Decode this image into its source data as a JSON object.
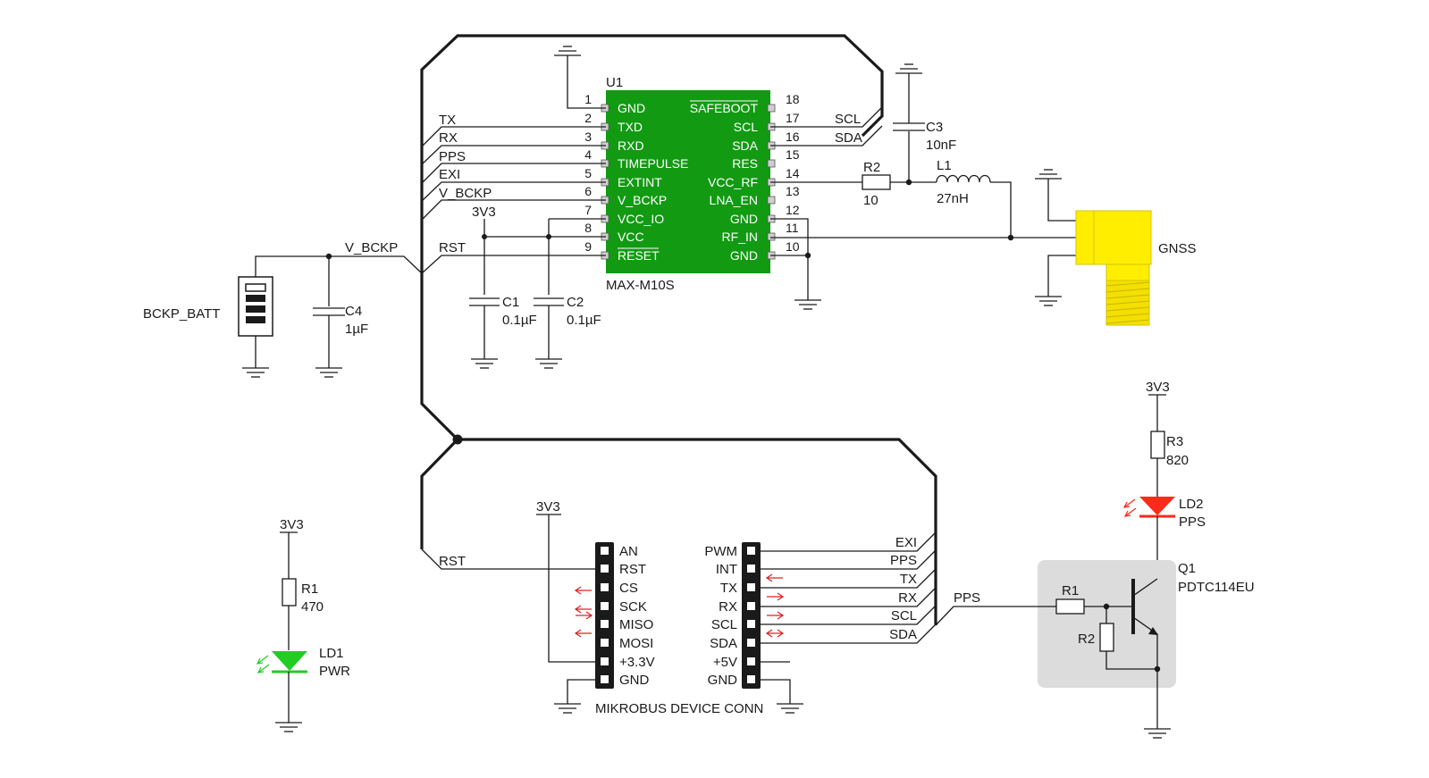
{
  "colors": {
    "chip": "#139a13",
    "connector": "#ffee00",
    "led_red": "#ff2a1a",
    "led_green": "#22cc22",
    "arrow": "#e02020",
    "transistor_box": "#dcdcdc"
  },
  "u1": {
    "ref": "U1",
    "part": "MAX-M10S",
    "left_pins": [
      {
        "num": "1",
        "name": "GND"
      },
      {
        "num": "2",
        "name": "TXD"
      },
      {
        "num": "3",
        "name": "RXD"
      },
      {
        "num": "4",
        "name": "TIMEPULSE"
      },
      {
        "num": "5",
        "name": "EXTINT"
      },
      {
        "num": "6",
        "name": "V_BCKP"
      },
      {
        "num": "7",
        "name": "VCC_IO"
      },
      {
        "num": "8",
        "name": "VCC"
      },
      {
        "num": "9",
        "name": "RESET"
      }
    ],
    "right_pins": [
      {
        "num": "18",
        "name": "SAFEBOOT"
      },
      {
        "num": "17",
        "name": "SCL"
      },
      {
        "num": "16",
        "name": "SDA"
      },
      {
        "num": "15",
        "name": "RES"
      },
      {
        "num": "14",
        "name": "VCC_RF"
      },
      {
        "num": "13",
        "name": "LNA_EN"
      },
      {
        "num": "12",
        "name": "GND"
      },
      {
        "num": "11",
        "name": "RF_IN"
      },
      {
        "num": "10",
        "name": "GND"
      }
    ]
  },
  "nets": {
    "tx": "TX",
    "rx": "RX",
    "pps": "PPS",
    "exi": "EXI",
    "v_bckp": "V_BCKP",
    "rst": "RST",
    "scl": "SCL",
    "sda": "SDA",
    "v3v3": "3V3",
    "pps_q": "PPS"
  },
  "parts": {
    "c1": {
      "ref": "C1",
      "value": "0.1µF"
    },
    "c2": {
      "ref": "C2",
      "value": "0.1µF"
    },
    "c3": {
      "ref": "C3",
      "value": "10nF"
    },
    "c4": {
      "ref": "C4",
      "value": "1µF"
    },
    "r1": {
      "ref": "R1",
      "value": "470"
    },
    "r2": {
      "ref": "R2",
      "value": "10"
    },
    "r3": {
      "ref": "R3",
      "value": "820"
    },
    "l1": {
      "ref": "L1",
      "value": "27nH"
    },
    "ld1": {
      "ref": "LD1",
      "value": "PWR"
    },
    "ld2": {
      "ref": "LD2",
      "value": "PPS"
    },
    "q1": {
      "ref": "Q1",
      "value": "PDTC114EU",
      "r1": "R1",
      "r2": "R2"
    },
    "batt": "BCKP_BATT",
    "gnss": "GNSS"
  },
  "mikrobus": {
    "title": "MIKROBUS DEVICE CONN",
    "left": [
      "AN",
      "RST",
      "CS",
      "SCK",
      "MISO",
      "MOSI",
      "+3.3V",
      "GND"
    ],
    "right": [
      "PWM",
      "INT",
      "TX",
      "RX",
      "SCL",
      "SDA",
      "+5V",
      "GND"
    ],
    "right_nets": [
      "EXI",
      "PPS",
      "TX",
      "RX",
      "SCL",
      "SDA"
    ]
  }
}
